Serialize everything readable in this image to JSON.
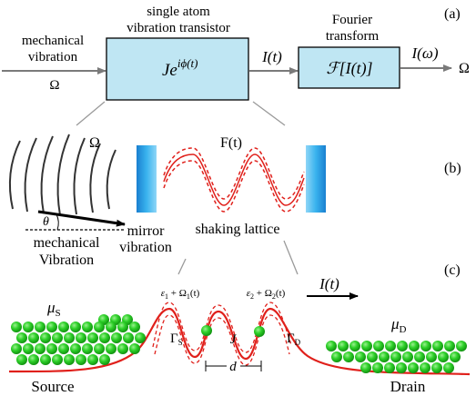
{
  "panels": {
    "a": {
      "label": "(a)",
      "input_label_line1": "mechanical",
      "input_label_line2": "vibration",
      "input_freq": "Ω",
      "transistor_title_line1": "single atom",
      "transistor_title_line2": "vibration transistor",
      "transistor_formula_base": "Je",
      "transistor_formula_exp": "iϕ(t)",
      "current_label": "I(t)",
      "fourier_title_line1": "Fourier",
      "fourier_title_line2": "transform",
      "fourier_formula": "ℱ[I(t)]",
      "output_label": "I(ω)",
      "output_freq": "Ω"
    },
    "b": {
      "label": "(b)",
      "omega_label": "Ω",
      "force_label": "F(t)",
      "theta_label": "θ",
      "mech_label_line1": "mechanical",
      "mech_label_line2": "Vibration",
      "mirror_label_line1": "mirror",
      "mirror_label_line2": "vibration",
      "lattice_label": "shaking lattice"
    },
    "c": {
      "label": "(c)",
      "current_label": "I(t)",
      "mu_source": "μ",
      "mu_source_sub": "S",
      "mu_drain": "μ",
      "mu_drain_sub": "D",
      "eps1": "ε",
      "eps1_sub": "1",
      "eps1_plus": " + Ω",
      "eps1_omega_sub": "1",
      "eps1_t": "(t)",
      "eps2": "ε",
      "eps2_sub": "2",
      "eps2_plus": " + Ω",
      "eps2_omega_sub": "2",
      "eps2_t": "(t)",
      "gamma_s": "Γ",
      "gamma_s_sub": "S",
      "gamma_d": "Γ",
      "gamma_d_sub": "D",
      "j_label": "J",
      "d_label": "d",
      "source_label": "Source",
      "drain_label": "Drain"
    }
  },
  "colors": {
    "box_fill": "#bfe6f3",
    "box_stroke": "#000000",
    "lattice_red": "#e0201b",
    "atom_green": "#22c01a",
    "mirror_blue": "#2aa0e0",
    "arrow_gray": "#7a7a7a",
    "guide_gray": "#9a9a9a"
  }
}
